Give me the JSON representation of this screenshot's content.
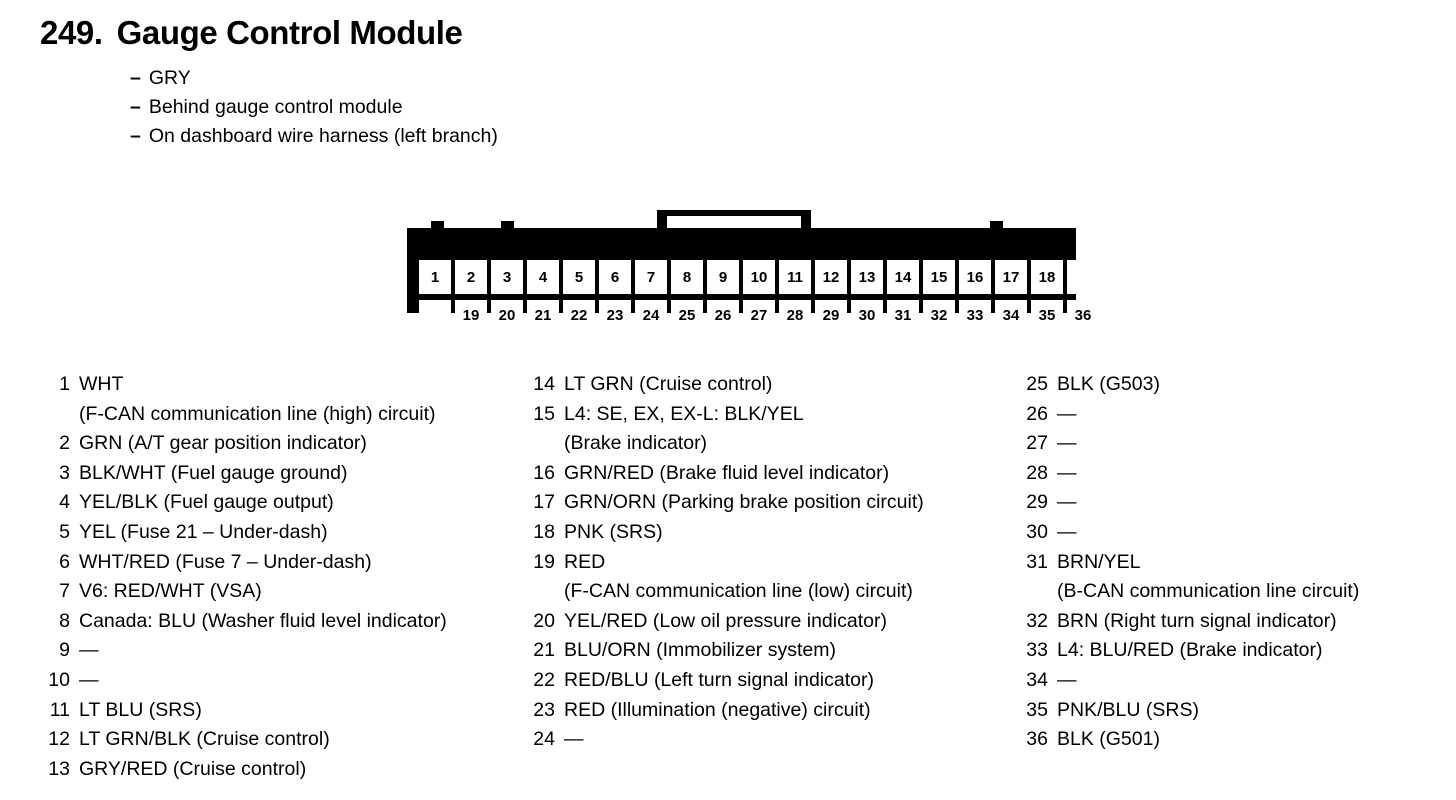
{
  "title": {
    "number": "249.",
    "name": "Gauge Control Module"
  },
  "notes": {
    "dash": "–",
    "items": [
      "GRY",
      "Behind gauge control module",
      "On dashboard wire harness (left branch)"
    ]
  },
  "connector": {
    "name": "36-pin connector",
    "top_row_pins": [
      "1",
      "2",
      "3",
      "4",
      "5",
      "6",
      "7",
      "8",
      "9",
      "10",
      "11",
      "12",
      "13",
      "14",
      "15",
      "16",
      "17",
      "18"
    ],
    "bottom_row_pins": [
      "19",
      "20",
      "21",
      "22",
      "23",
      "24",
      "25",
      "26",
      "27",
      "28",
      "29",
      "30",
      "31",
      "32",
      "33",
      "34",
      "35",
      "36"
    ],
    "body_color": "#000000",
    "cavity_color": "#ffffff"
  },
  "legend": {
    "empty_marker": "—",
    "columns": [
      {
        "entries": [
          {
            "pin": "1",
            "desc": "WHT",
            "cont": "(F-CAN communication line (high) circuit)"
          },
          {
            "pin": "2",
            "desc": "GRN (A/T gear position indicator)"
          },
          {
            "pin": "3",
            "desc": "BLK/WHT (Fuel gauge ground)"
          },
          {
            "pin": "4",
            "desc": "YEL/BLK (Fuel gauge output)"
          },
          {
            "pin": "5",
            "desc": "YEL (Fuse 21 – Under-dash)"
          },
          {
            "pin": "6",
            "desc": "WHT/RED (Fuse 7 – Under-dash)"
          },
          {
            "pin": "7",
            "desc": "V6: RED/WHT (VSA)"
          },
          {
            "pin": "8",
            "desc": "Canada: BLU (Washer fluid level indicator)"
          },
          {
            "pin": "9",
            "desc": "—"
          },
          {
            "pin": "10",
            "desc": "—"
          },
          {
            "pin": "11",
            "desc": "LT BLU (SRS)"
          },
          {
            "pin": "12",
            "desc": "LT GRN/BLK (Cruise control)"
          },
          {
            "pin": "13",
            "desc": "GRY/RED (Cruise control)"
          }
        ]
      },
      {
        "entries": [
          {
            "pin": "14",
            "desc": "LT GRN (Cruise control)"
          },
          {
            "pin": "15",
            "desc": "L4: SE, EX, EX-L: BLK/YEL",
            "cont": "(Brake indicator)"
          },
          {
            "pin": "16",
            "desc": "GRN/RED (Brake fluid level indicator)"
          },
          {
            "pin": "17",
            "desc": "GRN/ORN (Parking brake position circuit)"
          },
          {
            "pin": "18",
            "desc": "PNK (SRS)"
          },
          {
            "pin": "19",
            "desc": "RED",
            "cont": "(F-CAN communication line (low) circuit)"
          },
          {
            "pin": "20",
            "desc": "YEL/RED (Low oil pressure indicator)"
          },
          {
            "pin": "21",
            "desc": "BLU/ORN (Immobilizer system)"
          },
          {
            "pin": "22",
            "desc": "RED/BLU (Left turn signal indicator)"
          },
          {
            "pin": "23",
            "desc": "RED (Illumination (negative) circuit)"
          },
          {
            "pin": "24",
            "desc": "—"
          }
        ]
      },
      {
        "entries": [
          {
            "pin": "25",
            "desc": "BLK (G503)"
          },
          {
            "pin": "26",
            "desc": "—"
          },
          {
            "pin": "27",
            "desc": "—"
          },
          {
            "pin": "28",
            "desc": "—"
          },
          {
            "pin": "29",
            "desc": "—"
          },
          {
            "pin": "30",
            "desc": "—"
          },
          {
            "pin": "31",
            "desc": "BRN/YEL",
            "cont": "(B-CAN communication line circuit)"
          },
          {
            "pin": "32",
            "desc": "BRN (Right turn signal indicator)"
          },
          {
            "pin": "33",
            "desc": "L4: BLU/RED (Brake indicator)"
          },
          {
            "pin": "34",
            "desc": "—"
          },
          {
            "pin": "35",
            "desc": "PNK/BLU (SRS)"
          },
          {
            "pin": "36",
            "desc": "BLK (G501)"
          }
        ]
      }
    ]
  }
}
